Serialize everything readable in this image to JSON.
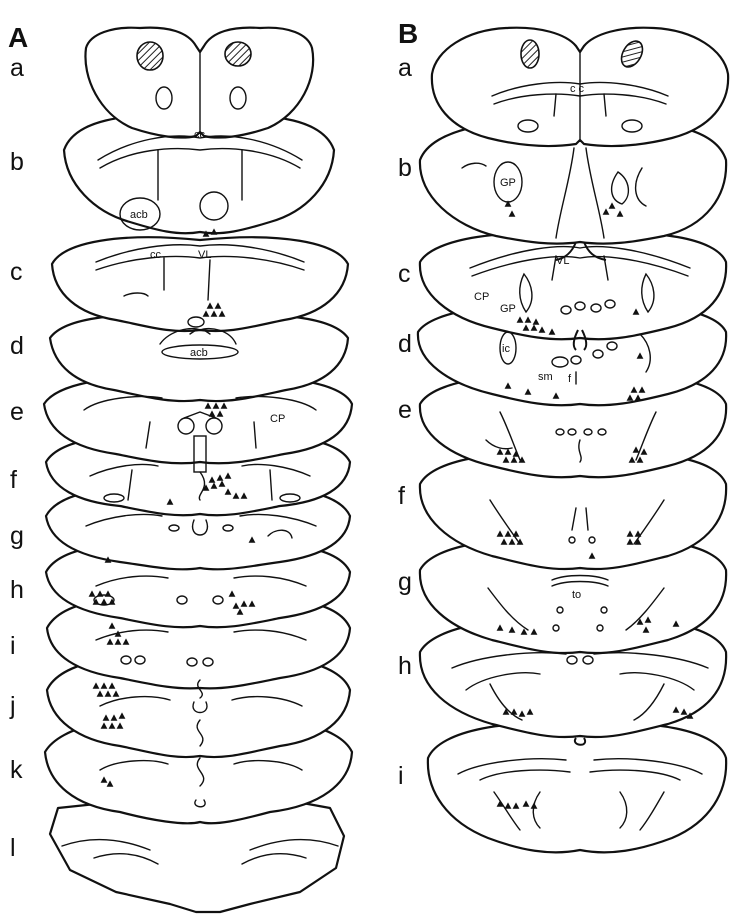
{
  "panels": [
    {
      "letter": "A",
      "row_labels": [
        "a",
        "b",
        "c",
        "d",
        "e",
        "f",
        "g",
        "h",
        "i",
        "j",
        "k",
        "l"
      ],
      "annotations": [
        "cc",
        "acb",
        "cc",
        "VL",
        "acb",
        "CP"
      ]
    },
    {
      "letter": "B",
      "row_labels": [
        "a",
        "b",
        "c",
        "d",
        "e",
        "f",
        "g",
        "h",
        "i"
      ],
      "annotations": [
        "c c",
        "GP",
        "VL",
        "CP",
        "GP",
        "ic",
        "sm",
        "f",
        "to"
      ]
    }
  ],
  "colors": {
    "ink": "#111111",
    "background": "#ffffff",
    "hatch": "#222222"
  },
  "marker_symbol": "filled-triangle"
}
